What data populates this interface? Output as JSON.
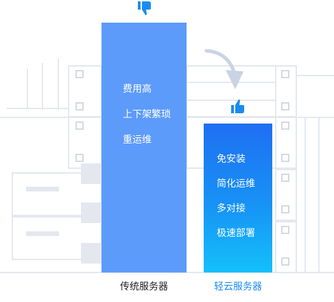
{
  "traditional": {
    "drawbacks": [
      "费用高",
      "上下架繁琐",
      "重运维"
    ],
    "caption": "传统服务器",
    "icon": "thumbs-down-icon"
  },
  "cloud": {
    "benefits": [
      "免安装",
      "简化运维",
      "多对接",
      "极速部署"
    ],
    "caption": "轻云服务器",
    "icon": "thumbs-up-icon"
  },
  "transition_icon": "curved-arrow-icon",
  "background_icon": "server-rack-icon",
  "colors": {
    "traditional_column": "#5d9bfb",
    "cloud_column_top": "#1f6ff2",
    "cloud_column_bottom": "#14c0fb",
    "cloud_caption": "#1a8cf0",
    "accent_icon": "#1a8cf0",
    "background_lines": "#e4e8ee"
  }
}
